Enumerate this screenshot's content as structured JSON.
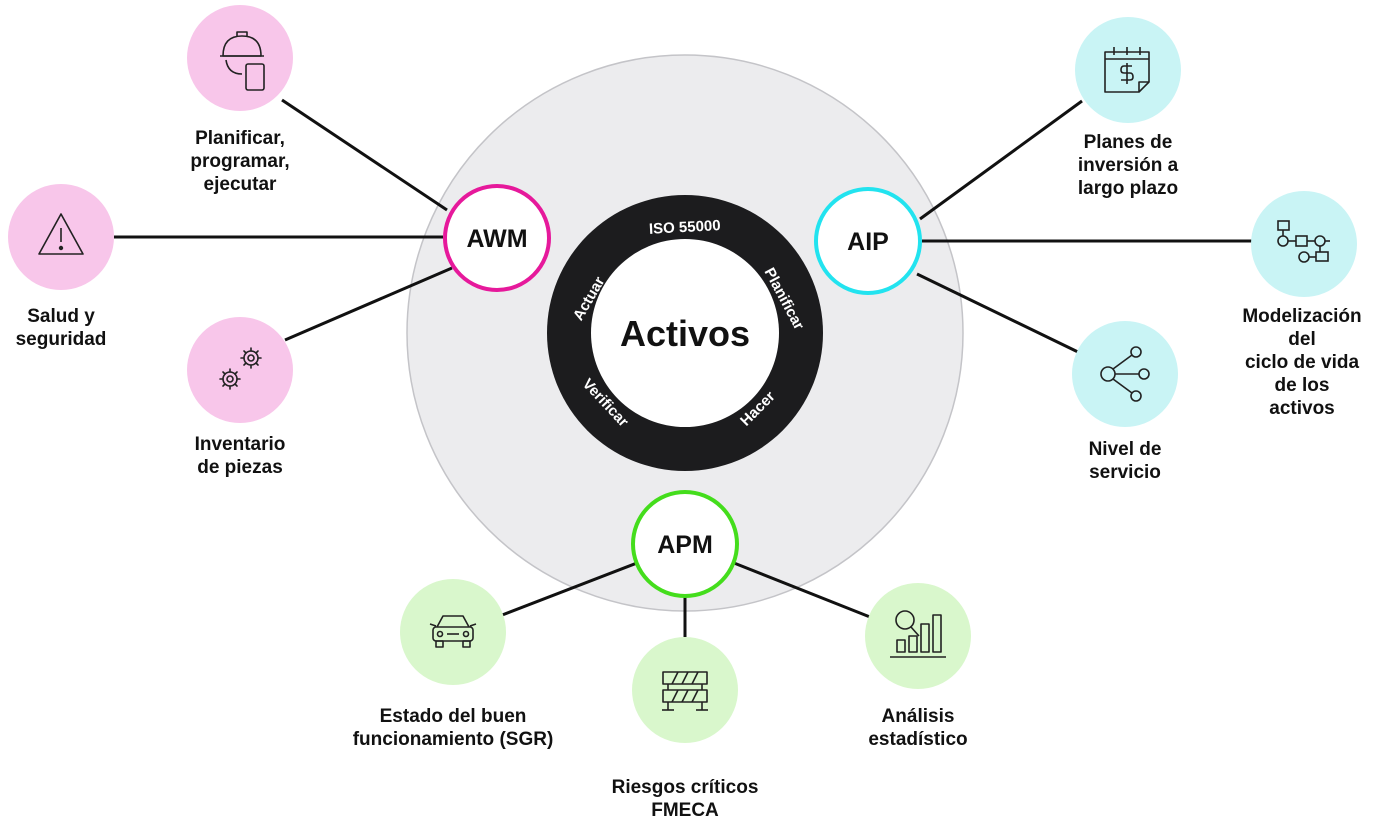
{
  "center": {
    "title": "Activos",
    "ring": {
      "top": "ISO 55000",
      "right": "Planificar",
      "bottom_right": "Hacer",
      "bottom_left": "Verificar",
      "left": "Actuar"
    }
  },
  "hubs": {
    "awm": {
      "label": "AWM",
      "color": "#e6199b"
    },
    "aip": {
      "label": "AIP",
      "color": "#22e3ef"
    },
    "apm": {
      "label": "APM",
      "color": "#44dd1c"
    }
  },
  "nodes": {
    "planificar": {
      "label": "Planificar,\nprogramar,\nejecutar",
      "icon": "worker-tablet-icon",
      "fill": "#f8c6ea"
    },
    "salud": {
      "label": "Salud y\nseguridad",
      "icon": "warning-triangle-icon",
      "fill": "#f8c6ea"
    },
    "inventario": {
      "label": "Inventario\nde piezas",
      "icon": "gears-icon",
      "fill": "#f8c6ea"
    },
    "planes": {
      "label": "Planes de\ninversión a\nlargo plazo",
      "icon": "calendar-dollar-icon",
      "fill": "#c9f4f5"
    },
    "modelizacion": {
      "label": "Modelización del\nciclo de vida\nde los activos",
      "icon": "flowchart-icon",
      "fill": "#c9f4f5"
    },
    "nivel": {
      "label": "Nivel de\nservicio",
      "icon": "share-nodes-icon",
      "fill": "#c9f4f5"
    },
    "estado": {
      "label": "Estado del buen\nfuncionamiento (SGR)",
      "icon": "car-icon",
      "fill": "#d9f7cc"
    },
    "riesgos": {
      "label": "Riesgos críticos\nFMECA",
      "icon": "barrier-icon",
      "fill": "#d9f7cc"
    },
    "analisis": {
      "label": "Análisis\nestadístico",
      "icon": "chart-search-icon",
      "fill": "#d9f7cc"
    }
  }
}
